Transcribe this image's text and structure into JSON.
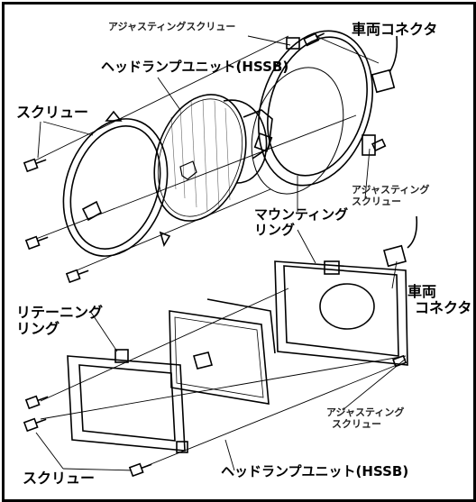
{
  "labels": {
    "adjusting_screw_top": "アジャスティングスクリュー",
    "vehicle_connector_top": "車両コネクタ",
    "headlamp_unit_top": "ヘッドランプユニット(HSSB)",
    "screw_top": "スクリュー",
    "adjusting_screw_right_line1": "アジャスティング",
    "adjusting_screw_right_line2": "スクリュー",
    "mounting_ring_line1": "マウンティング",
    "mounting_ring_line2": "リング",
    "vehicle_connector_bottom_line1": "車両",
    "vehicle_connector_bottom_line2": "コネクタ",
    "retaining_ring_line1": "リテーニング",
    "retaining_ring_line2": "リング",
    "adjusting_screw_bottom_line1": "アジャスティング",
    "adjusting_screw_bottom_line2": "スクリュー",
    "screw_bottom": "スクリュー",
    "headlamp_unit_bottom": "ヘッドランプユニット(HSSB)"
  },
  "colors": {
    "line": "#000000",
    "background": "#ffffff",
    "shade": "#bdbdbd"
  }
}
